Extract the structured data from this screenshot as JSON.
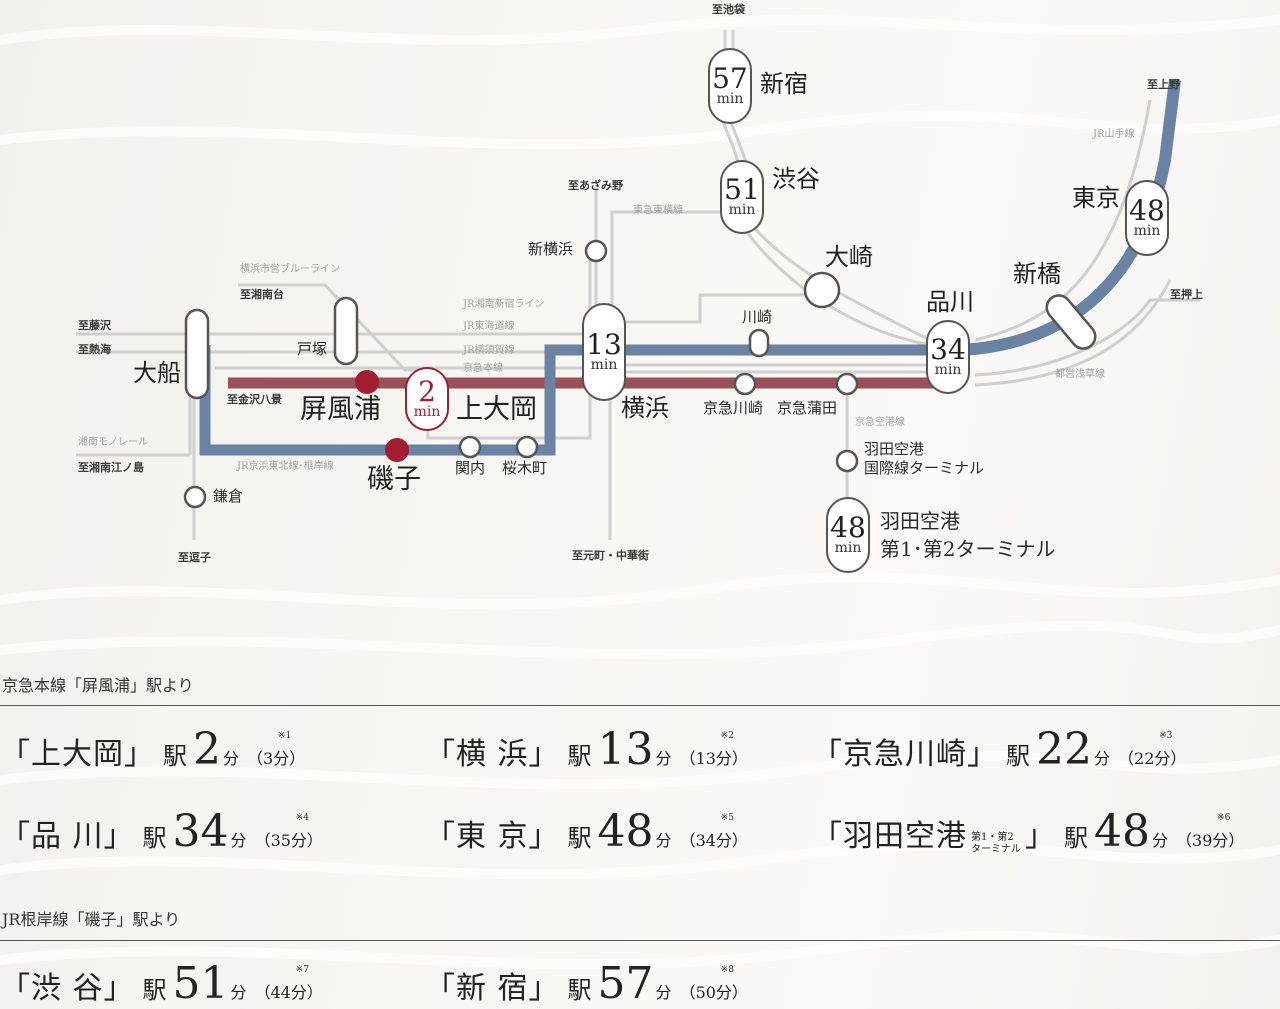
{
  "colors": {
    "keikyu_line": "#9b4f58",
    "jr_line": "#6a82a3",
    "station_red": "#a31d30",
    "other_line": "#c8c8c8",
    "pill_border": "#555555"
  },
  "map": {
    "destinations": {
      "ikebukuro": "至池袋",
      "ueno": "至上野",
      "oshiage": "至押上",
      "azamino": "至あざみ野",
      "shonandai": "至湘南台",
      "fujisawa": "至藤沢",
      "atami": "至熱海",
      "kanazawa_hakkei": "至金沢八景",
      "shonan_enoshima": "至湘南江ノ島",
      "zushi": "至逗子",
      "motomachi": "至元町・中華街"
    },
    "line_labels": {
      "yamanote": "JR山手線",
      "toyoko": "東急東横線",
      "blue_line": "横浜市営ブルーライン",
      "shonan_shinjuku": "JR湘南新宿ライン",
      "tokaido": "JR東海道線",
      "yokosuka": "JR横須賀線",
      "keikyu_main": "京急本線",
      "shonan_monorail": "湘南モノレール",
      "keihin_tohoku": "JR京浜東北線･根岸線",
      "asakusa": "都営浅草線",
      "airport": "京急空港線"
    },
    "stations": {
      "shinjuku": "新宿",
      "shibuya": "渋谷",
      "osaki": "大崎",
      "shinagawa": "品川",
      "shimbashi": "新橋",
      "tokyo": "東京",
      "kawasaki": "川崎",
      "keikyu_kawasaki": "京急川崎",
      "keikyu_kamata": "京急蒲田",
      "haneda_intl_1": "羽田空港",
      "haneda_intl_2": "国際線ターミナル",
      "haneda_t12_1": "羽田空港",
      "haneda_t12_2": "第1･第2ターミナル",
      "shin_yokohama": "新横浜",
      "yokohama": "横浜",
      "kamiooka": "上大岡",
      "byobugaura": "屏風浦",
      "isogo": "磯子",
      "kannai": "関内",
      "sakuragicho": "桜木町",
      "totsuka": "戸塚",
      "ofuna": "大船",
      "kamakura": "鎌倉"
    },
    "times": {
      "shinjuku": "57",
      "shibuya": "51",
      "tokyo": "48",
      "shinagawa": "34",
      "yokohama": "13",
      "kamiooka": "2",
      "haneda": "48",
      "unit": "min"
    }
  },
  "table": {
    "section1": {
      "title": "京急本線「屏風浦」駅より",
      "rows": [
        {
          "name": "「上大岡」",
          "eki": "駅",
          "mins": "2",
          "fun": "分",
          "alt": "（3分）",
          "note": "※1"
        },
        {
          "name": "「横 浜」",
          "eki": "駅",
          "mins": "13",
          "fun": "分",
          "alt": "（13分）",
          "note": "※2"
        },
        {
          "name": "「京急川崎」",
          "eki": "駅",
          "mins": "22",
          "fun": "分",
          "alt": "（22分）",
          "note": "※3"
        },
        {
          "name": "「品 川」",
          "eki": "駅",
          "mins": "34",
          "fun": "分",
          "alt": "（35分）",
          "note": "※4"
        },
        {
          "name": "「東 京」",
          "eki": "駅",
          "mins": "48",
          "fun": "分",
          "alt": "（34分）",
          "note": "※5"
        },
        {
          "name": "「羽田空港",
          "sub1": "第1・第2",
          "sub2": "ターミナル",
          "name_end": "」",
          "eki": "駅",
          "mins": "48",
          "fun": "分",
          "alt": "（39分）",
          "note": "※6"
        }
      ]
    },
    "section2": {
      "title": "JR根岸線「磯子」駅より",
      "rows": [
        {
          "name": "「渋 谷」",
          "eki": "駅",
          "mins": "51",
          "fun": "分",
          "alt": "（44分）",
          "note": "※7"
        },
        {
          "name": "「新 宿」",
          "eki": "駅",
          "mins": "57",
          "fun": "分",
          "alt": "（50分）",
          "note": "※8"
        }
      ]
    }
  }
}
